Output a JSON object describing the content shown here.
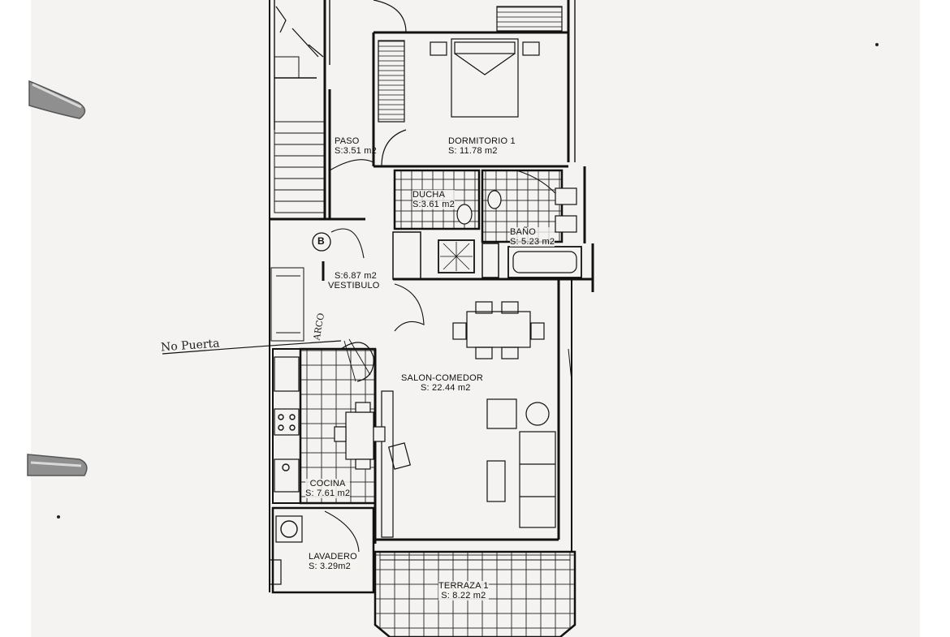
{
  "plan": {
    "rooms": [
      {
        "id": "dormitorio-1",
        "name": "DORMITORIO 1",
        "area": "S: 11.78 m2"
      },
      {
        "id": "paso",
        "name": "PASO",
        "area": "S:3.51 m2"
      },
      {
        "id": "ducha",
        "name": "DUCHA",
        "area": "S:3.61 m2"
      },
      {
        "id": "bano",
        "name": "BAÑO",
        "area": "S: 5.23 m2"
      },
      {
        "id": "vestibulo",
        "name": "VESTIBULO",
        "area": "S:6.87 m2"
      },
      {
        "id": "salon-comedor",
        "name": "SALON-COMEDOR",
        "area": "S: 22.44 m2"
      },
      {
        "id": "cocina",
        "name": "COCINA",
        "area": "S: 7.61 m2"
      },
      {
        "id": "lavadero",
        "name": "LAVADERO",
        "area": "S: 3.29m2"
      },
      {
        "id": "terraza-1",
        "name": "TERRAZA 1",
        "area": "S: 8.22 m2"
      }
    ],
    "marker": "B"
  },
  "annotations": {
    "handwritten_door": "No Puerta",
    "handwritten_arch": "ARCO"
  },
  "colors": {
    "ink": "#111111",
    "paper": "#f4f3f1",
    "binder_ring": "#9a9a9a"
  }
}
